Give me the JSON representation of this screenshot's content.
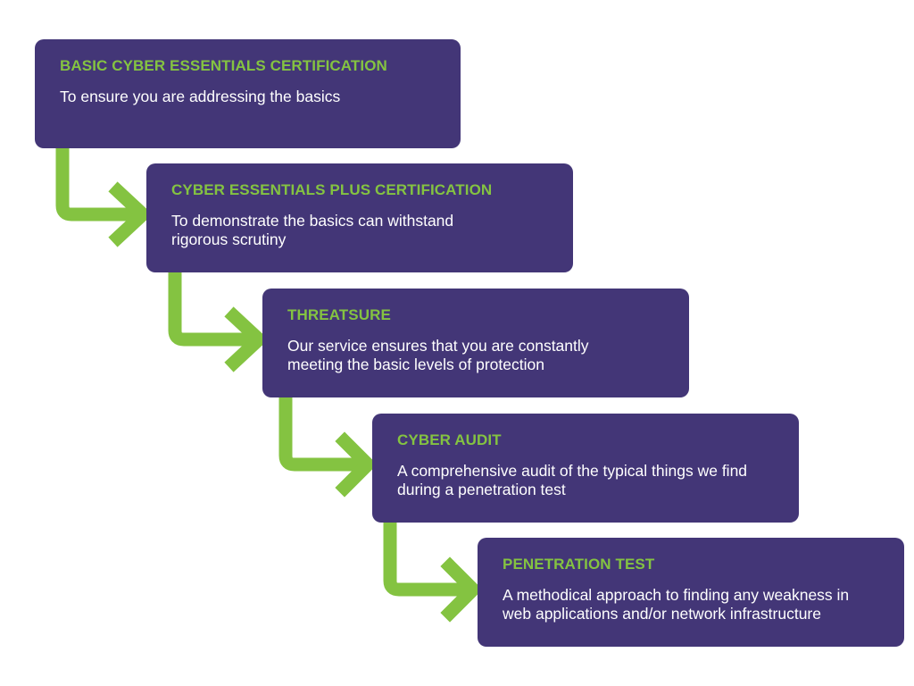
{
  "colors": {
    "box_background": "#433677",
    "title_text": "#84c341",
    "body_text": "#ffffff",
    "arrow": "#84c341"
  },
  "steps": [
    {
      "title": "BASIC CYBER ESSENTIALS CERTIFICATION",
      "description": "To ensure you are addressing the basics"
    },
    {
      "title": "CYBER ESSENTIALS PLUS CERTIFICATION",
      "description": "To demonstrate the basics can withstand rigorous scrutiny"
    },
    {
      "title": "THREATSURE",
      "description": "Our service ensures that you are constantly meeting the basic levels of protection"
    },
    {
      "title": "CYBER AUDIT",
      "description": "A comprehensive audit of the typical things we find during a penetration test"
    },
    {
      "title": "PENETRATION TEST",
      "description": "A methodical approach to finding any weakness in web applications and/or network infrastructure"
    }
  ]
}
